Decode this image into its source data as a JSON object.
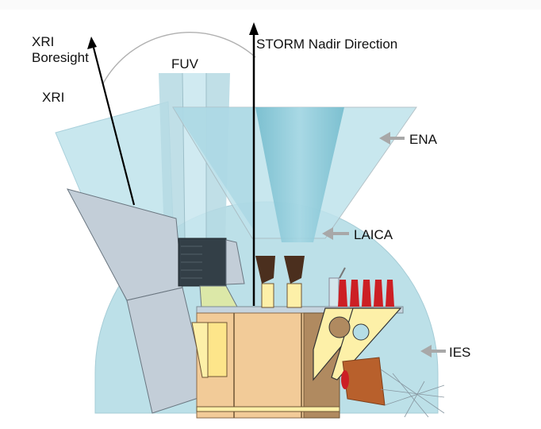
{
  "diagram": {
    "title": "STORM spacecraft instrument fields of view",
    "labels": {
      "xri_boresight_line1": "XRI",
      "xri_boresight_line2": "Boresight",
      "xri": "XRI",
      "fuv": "FUV",
      "nadir": "STORM Nadir Direction",
      "ena": "ENA",
      "laica": "LAICA",
      "ies": "IES"
    },
    "colors": {
      "fov_light": "#bfe3ec",
      "fov_mid": "#a7d6e2",
      "fov_dark": "#7fc3d3",
      "ies_dome": "#b5dde6",
      "bus_tan": "#f2cb98",
      "bus_brown": "#b08a60",
      "panel_gray": "#c3ced8",
      "yellow": "#fdf0a8",
      "red": "#cc1f24",
      "copper": "#b8602c",
      "arrow_gray": "#a8a8a8",
      "black": "#000000"
    }
  }
}
